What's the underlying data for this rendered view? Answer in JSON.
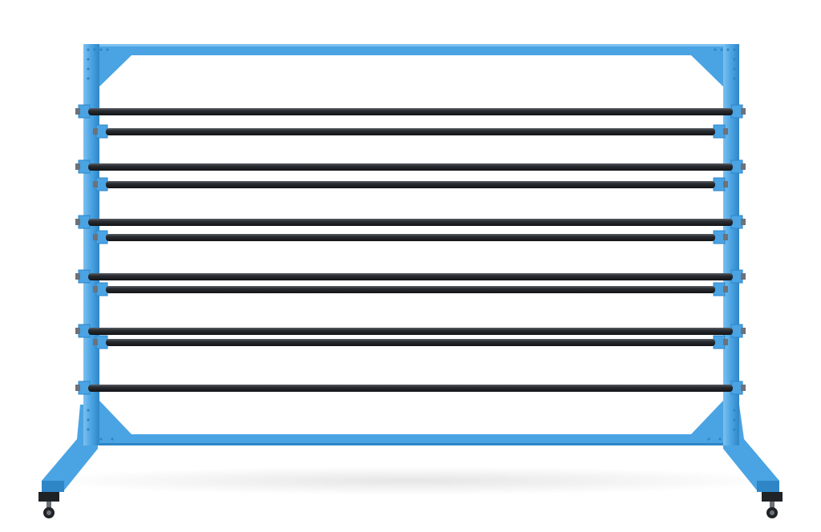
{
  "product": {
    "kind": "paper-roll-rack",
    "frame_color": "#4aa3e3",
    "frame_shade": "#2f86c7",
    "frame_highlight": "#7cc0ef",
    "roller_color": "#1c1e22",
    "roller_highlight": "#5b5f66",
    "wheel_color": "#202326",
    "background_color": "#ffffff",
    "roller_count": 11,
    "wheel_count": 2
  }
}
